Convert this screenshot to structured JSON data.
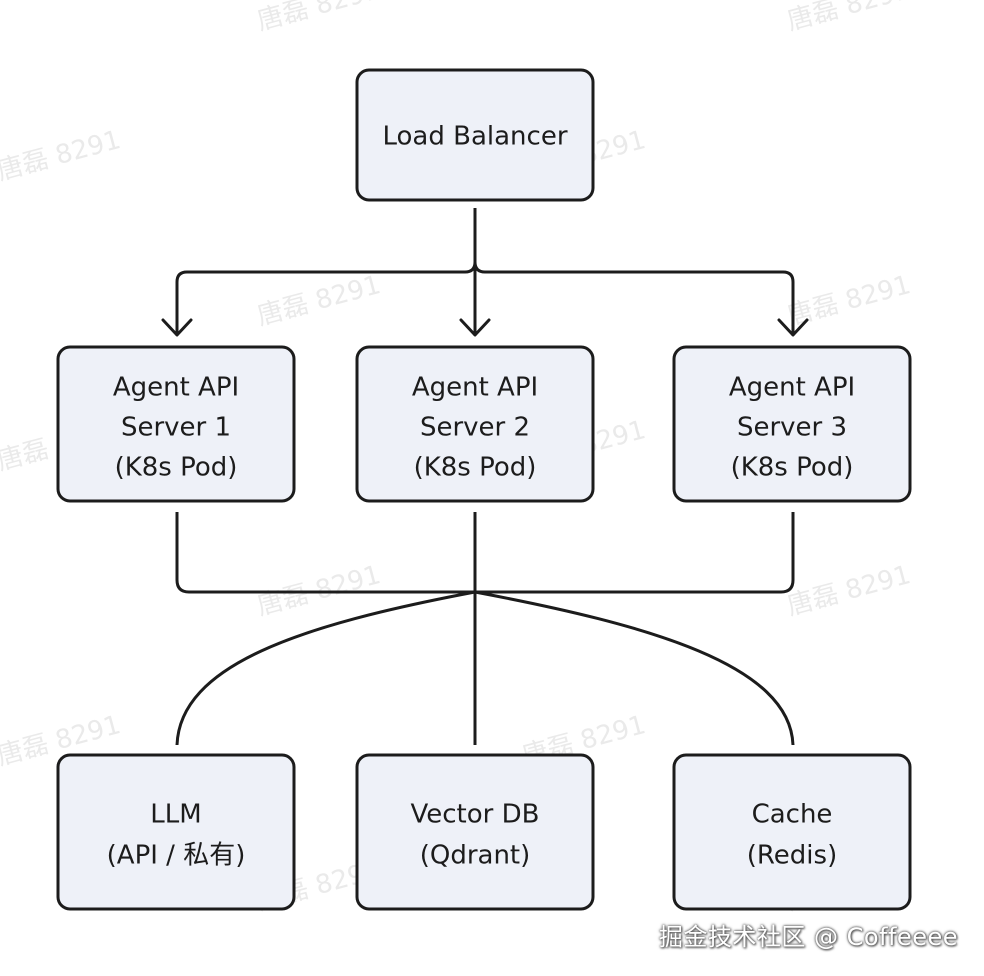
{
  "nodes": {
    "load_balancer": {
      "lines": [
        "Load Balancer"
      ]
    },
    "agent_server_1": {
      "lines": [
        "Agent API",
        "Server 1",
        "(K8s Pod)"
      ]
    },
    "agent_server_2": {
      "lines": [
        "Agent API",
        "Server 2",
        "(K8s Pod)"
      ]
    },
    "agent_server_3": {
      "lines": [
        "Agent API",
        "Server 3",
        "(K8s Pod)"
      ]
    },
    "llm": {
      "lines": [
        "LLM",
        "(API / 私有)"
      ]
    },
    "vector_db": {
      "lines": [
        "Vector DB",
        "(Qdrant)"
      ]
    },
    "cache": {
      "lines": [
        "Cache",
        "(Redis)"
      ]
    }
  },
  "watermark": {
    "text": "唐磊 8291"
  },
  "footer": {
    "credit": "掘金技术社区 @ Coffeeee"
  },
  "colors": {
    "node_fill": "#eef1f8",
    "stroke": "#1c1c1c",
    "watermark": "#d9d9d9"
  }
}
